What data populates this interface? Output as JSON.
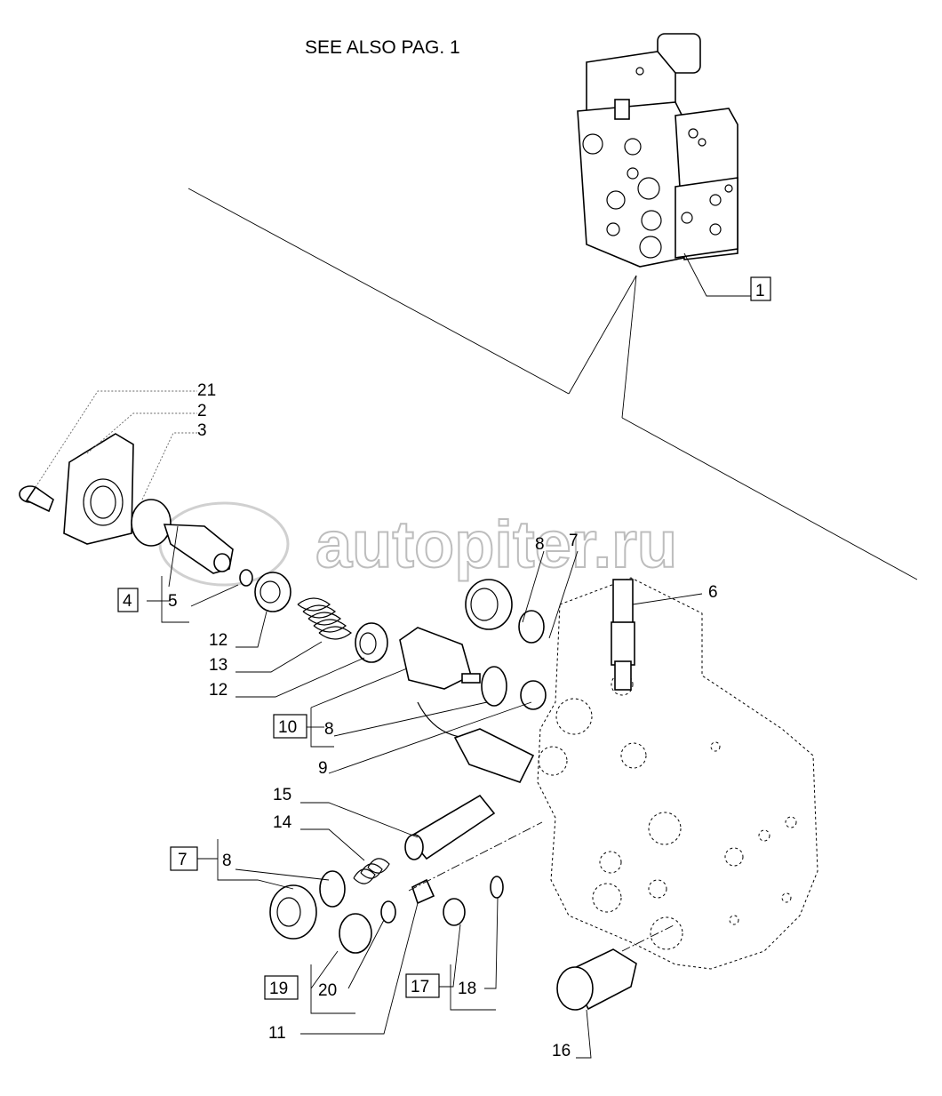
{
  "header": {
    "note": "SEE ALSO PAG. 1"
  },
  "watermark": {
    "text": "autopiter.ru"
  },
  "callouts": {
    "c1": "1",
    "c21": "21",
    "c2": "2",
    "c3": "3",
    "c4": "4",
    "c5": "5",
    "c12a": "12",
    "c13": "13",
    "c12b": "12",
    "c10": "10",
    "c8a": "8",
    "c9": "9",
    "c8top": "8",
    "c7top": "7",
    "c6": "6",
    "c15": "15",
    "c14": "14",
    "c7": "7",
    "c8b": "8",
    "c19": "19",
    "c20": "20",
    "c17": "17",
    "c18": "18",
    "c11": "11",
    "c16": "16"
  }
}
